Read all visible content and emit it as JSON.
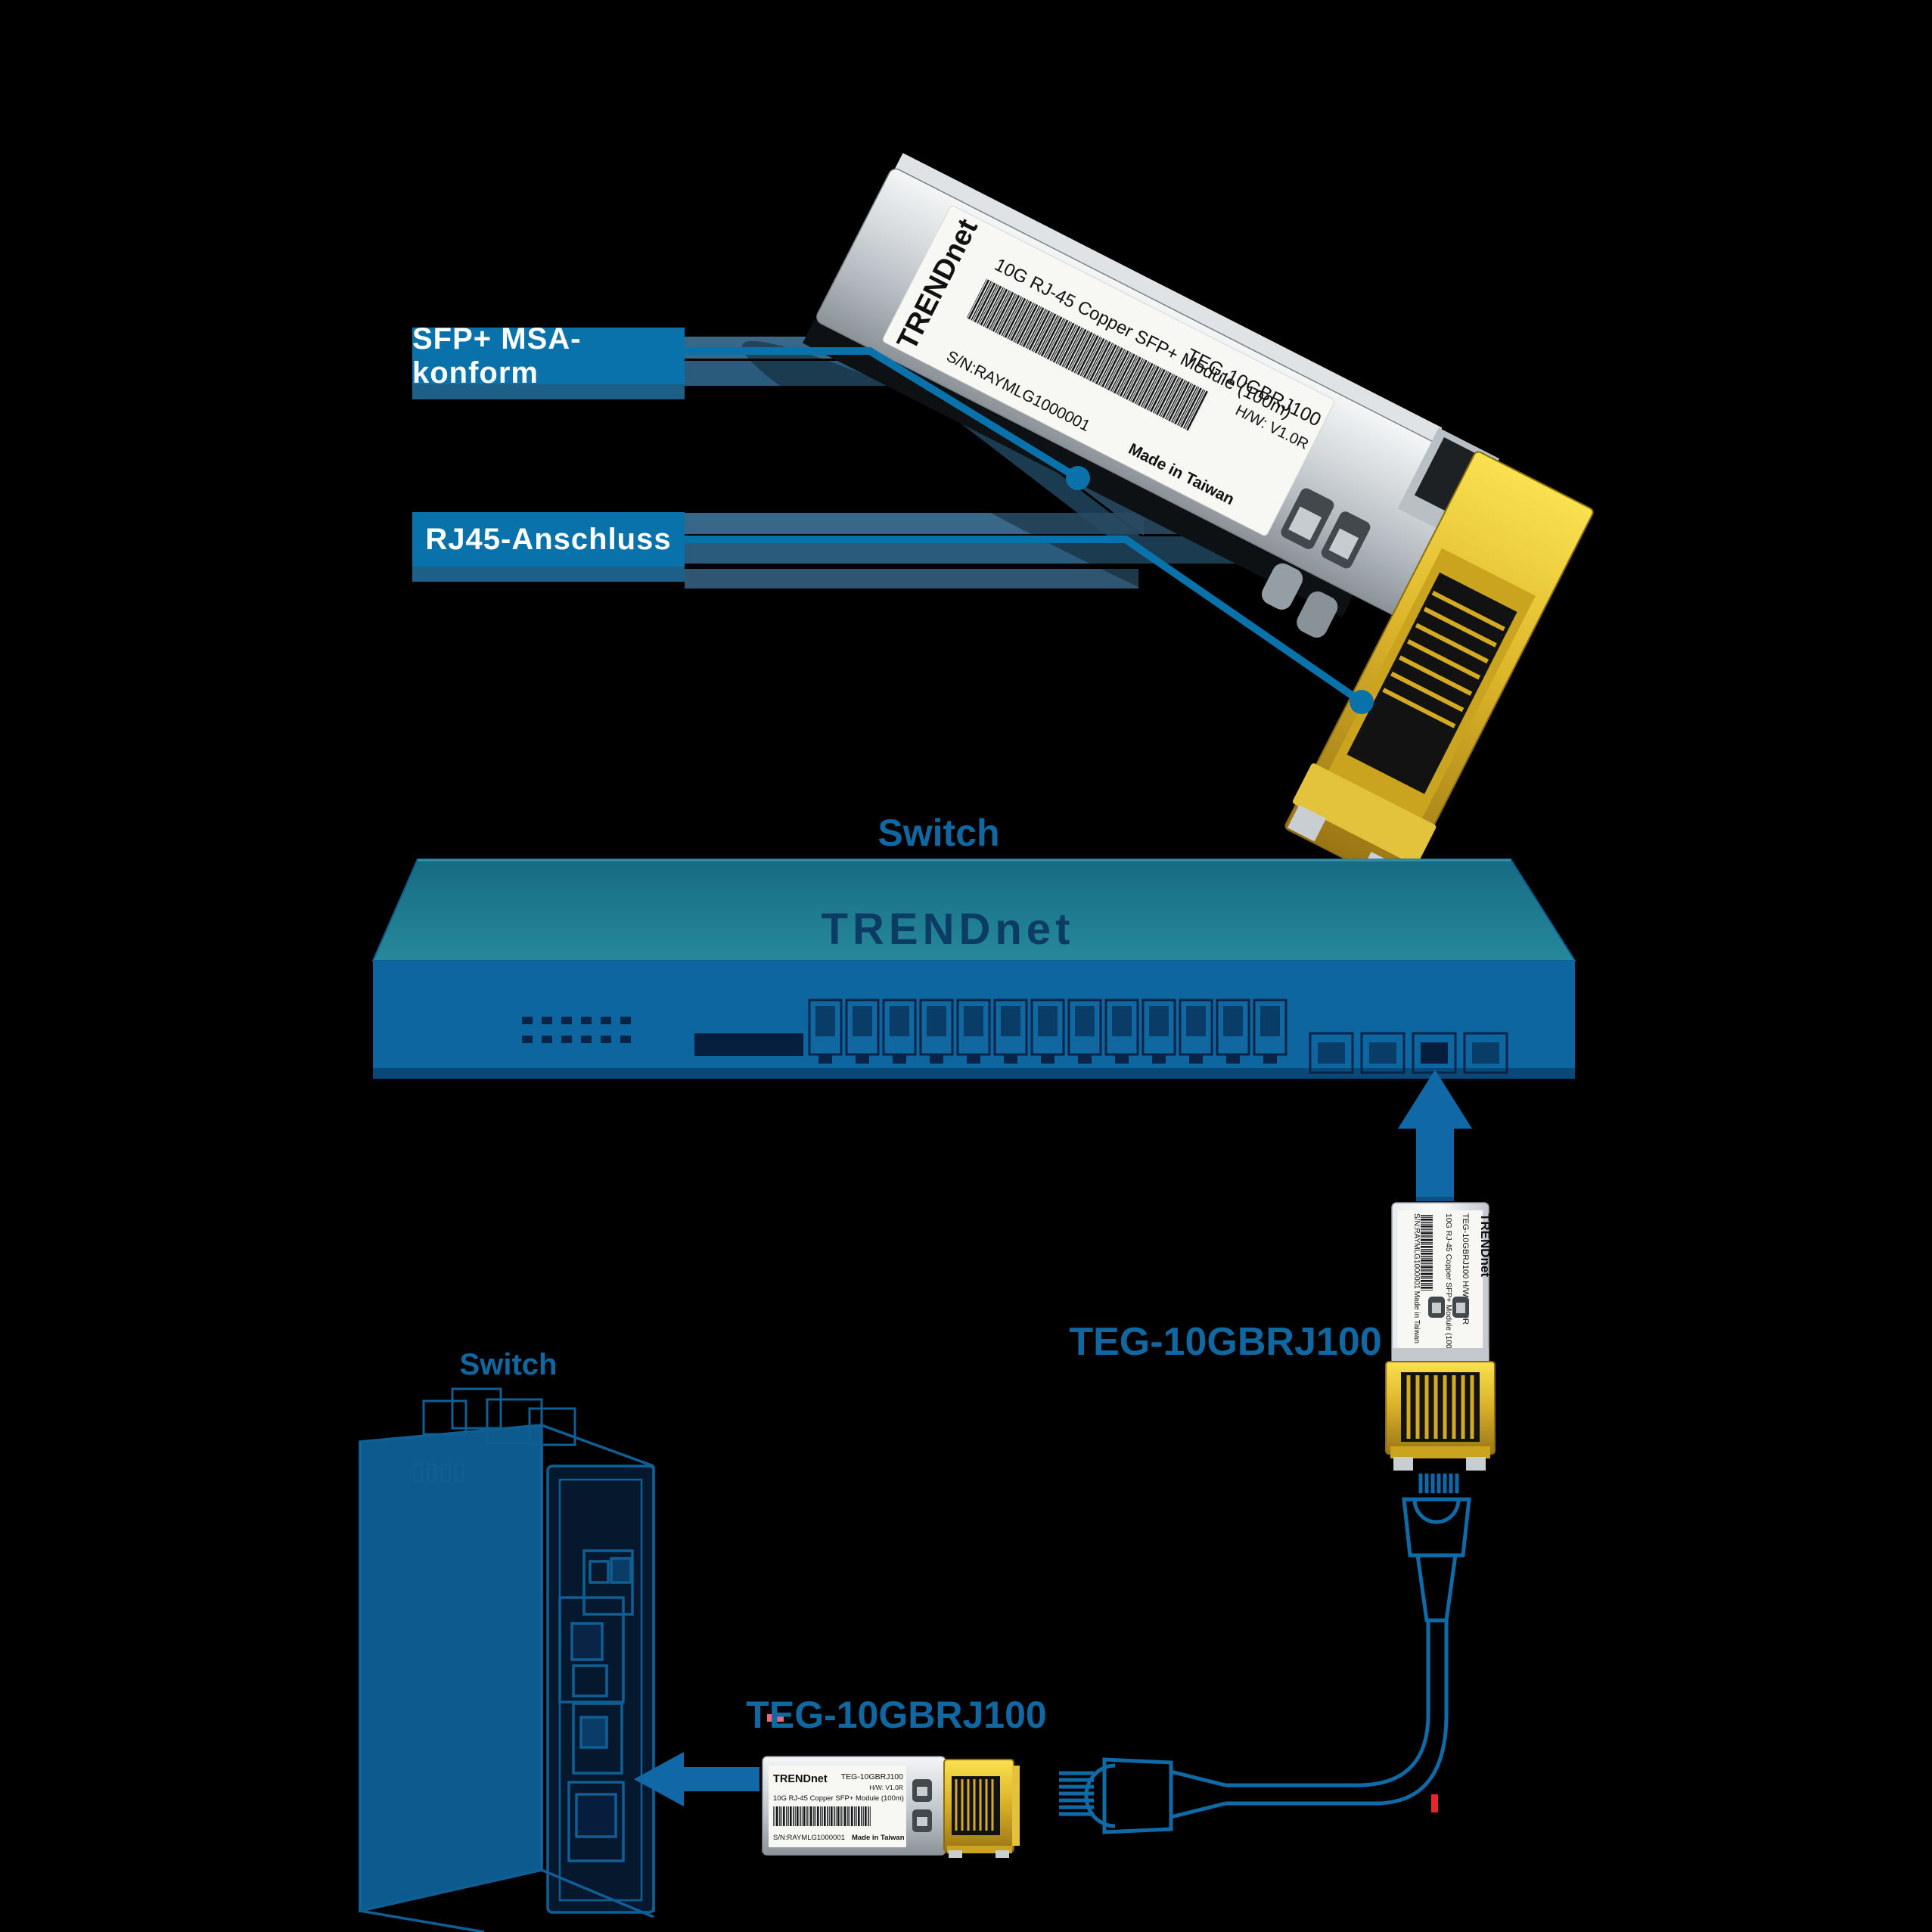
{
  "colors": {
    "background": "#000000",
    "accent_blue": "#0a72ab",
    "title_blue": "#1068a2",
    "band_light": "#3f7296",
    "band_dark": "#2a5b7d",
    "switch_top_teal_dark": "#156b83",
    "switch_top_teal_light": "#27899b",
    "switch_face_blue": "#0e66a0",
    "navy_port": "#0a2448",
    "arrow_blue": "#1068a6",
    "cable_blue": "#0f6ba8",
    "gold": "#e3c23c",
    "label_white": "#f7f7f4"
  },
  "callouts": {
    "sfp_msa": "SFP+ MSA-konform",
    "rj45": "RJ45-Anschluss"
  },
  "module_label": {
    "brand": "TRENDnet",
    "desc": "10G RJ-45 Copper SFP+ Module (100m)",
    "model": "TEG-10GBRJ100",
    "hw": "H/W: V1.0R",
    "serial": "S/N:RAYMLG1000001",
    "origin": "Made in Taiwan",
    "model_hw": "TEG-10GBRJ100   H/W: V1.0R",
    "serial_origin": "S/N:RAYMLG1000001   Made in Taiwan"
  },
  "diagram": {
    "switch_top_label": "Switch",
    "switch_top_brand": "TRENDnet",
    "switch_bottom_label": "Switch",
    "module_model_right": "TEG-10GBRJ100",
    "module_model_bottom": "TEG-10GBRJ100"
  }
}
